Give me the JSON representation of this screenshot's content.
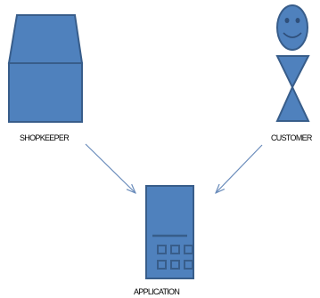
{
  "nodes": {
    "shopkeeper": {
      "label": "SHOPKEEPER"
    },
    "customer": {
      "label": "CUSTOMER"
    },
    "application": {
      "label": "APPLICATION"
    }
  },
  "edges": [
    {
      "from": "SHOPKEEPER",
      "to": "APPLICATION"
    },
    {
      "from": "CUSTOMER",
      "to": "APPLICATION"
    }
  ],
  "colors": {
    "shape_fill": "#4f81bd",
    "shape_stroke": "#385d8a",
    "arrow": "#6a8cbb"
  }
}
